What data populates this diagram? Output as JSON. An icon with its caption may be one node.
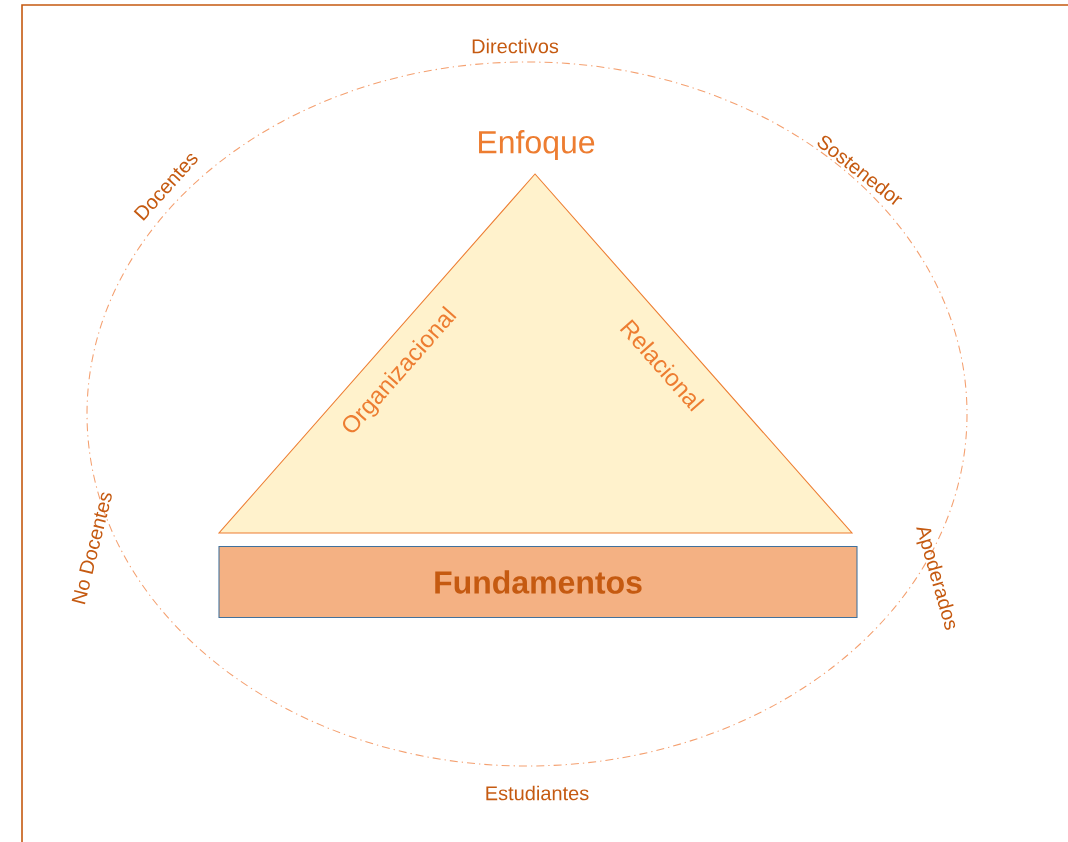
{
  "diagram": {
    "nodes": [
      {
        "text": [
          "Enfoque",
          "Organizacional",
          "Relacional"
        ]
      },
      {
        "text": [
          "Fundamentos"
        ]
      }
    ],
    "labels": [
      "Directivos",
      "Docentes",
      "Sostenedor",
      "No Docentes",
      "Apoderados",
      "Estudiantes"
    ]
  }
}
